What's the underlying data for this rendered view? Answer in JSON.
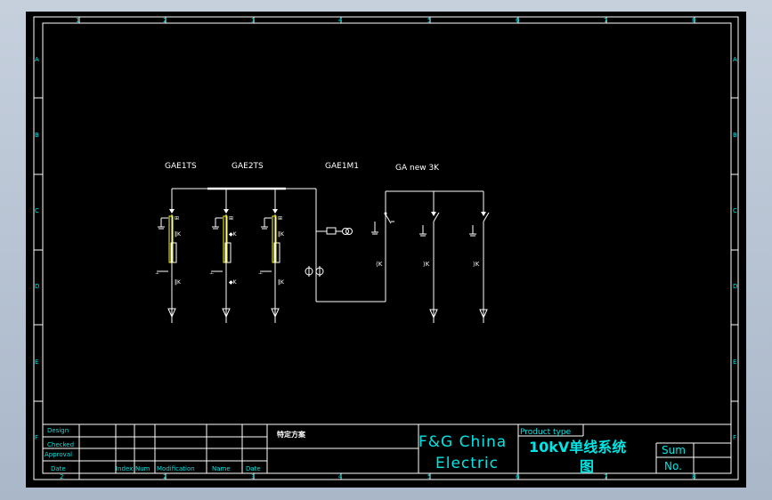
{
  "border": {
    "top_numbers": [
      "1",
      "2",
      "3",
      "4",
      "5",
      "6",
      "7",
      "8"
    ],
    "bottom_numbers": [
      "2",
      "2",
      "3",
      "4",
      "5",
      "6",
      "7",
      "8"
    ],
    "side_letters": [
      "A",
      "B",
      "C",
      "D",
      "E",
      "F"
    ]
  },
  "diagram": {
    "labels": {
      "gae1ts": "GAE1TS",
      "gae2ts": "GAE2TS",
      "gae1m1": "GAE1M1",
      "ga_new": "GA new 3K"
    }
  },
  "title_block": {
    "row_labels": [
      "Design",
      "Checked",
      "Approval"
    ],
    "footer_headers": [
      "Date",
      "Index",
      "Num",
      "Modification",
      "Name",
      "Date"
    ],
    "remark": "特定方案",
    "company_line1": "F&G China",
    "company_line2": "Electric",
    "product_type_label": "Product type",
    "product_name_a": "10kV单线系统",
    "product_name_b": "图",
    "sum_label": "Sum",
    "no_label": "No."
  },
  "colors": {
    "background": "#000000",
    "line": "#ffffff",
    "accent": "#00e5e5",
    "component": "#ffff00"
  }
}
